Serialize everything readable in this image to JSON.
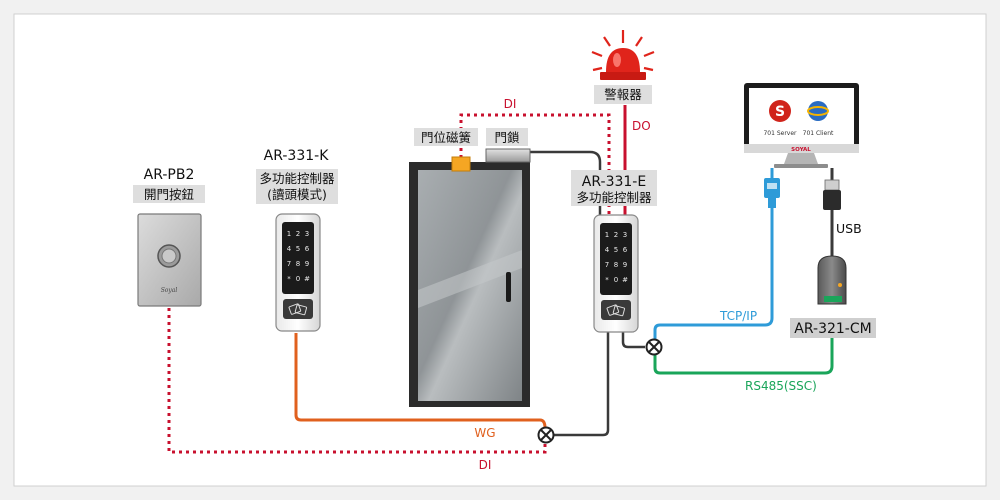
{
  "devices": {
    "pb2": {
      "model": "AR-PB2",
      "desc": "開門按鈕",
      "plate_brand": "Soyal"
    },
    "k331": {
      "model": "AR-331-K",
      "desc1": "多功能控制器",
      "desc2": "(讀頭模式)"
    },
    "e331": {
      "model": "AR-331-E",
      "desc": "多功能控制器"
    },
    "cm321": {
      "model": "AR-321-CM"
    },
    "door": {
      "sensor_label": "門位磁簧",
      "lock_label": "門鎖"
    },
    "alarm": {
      "label": "警報器"
    },
    "pc": {
      "app_server": "701 Server",
      "app_client": "701 Client",
      "brand": "SOYAL"
    },
    "usb": {
      "label": "USB"
    }
  },
  "keypad": {
    "keys": [
      "1",
      "2",
      "3",
      "4",
      "5",
      "6",
      "7",
      "8",
      "9",
      "*",
      "0",
      "#"
    ]
  },
  "wires": {
    "di_top": {
      "label": "DI",
      "color": "#c8102e"
    },
    "do": {
      "label": "DO",
      "color": "#c8102e"
    },
    "di_bottom": {
      "label": "DI",
      "color": "#c8102e"
    },
    "wg": {
      "label": "WG",
      "color": "#e0601e"
    },
    "tcpip": {
      "label": "TCP/IP",
      "color": "#2e9bd8"
    },
    "rs485": {
      "label": "RS485(SSC)",
      "color": "#1aa55a"
    },
    "dark": {
      "color": "#3a3a3a"
    }
  }
}
